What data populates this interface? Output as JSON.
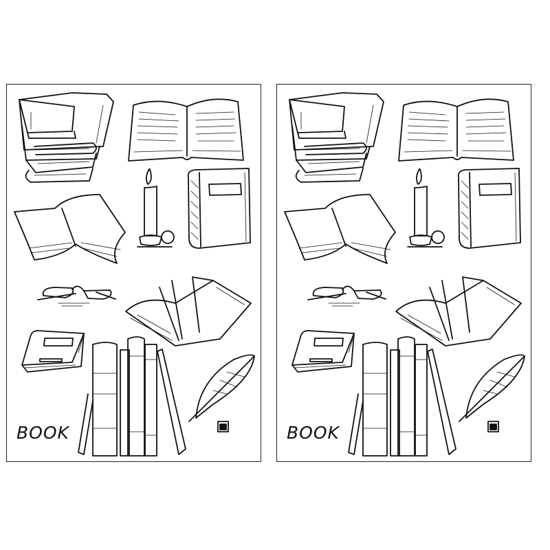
{
  "panels": [
    {
      "label": "BOOK"
    },
    {
      "label": "BOOK"
    }
  ],
  "items": [
    "stacked-books",
    "open-book",
    "candle",
    "notebook",
    "open-book-pages",
    "glasses",
    "open-book-flipping",
    "closed-book",
    "shelf-books",
    "quill-and-ink"
  ]
}
